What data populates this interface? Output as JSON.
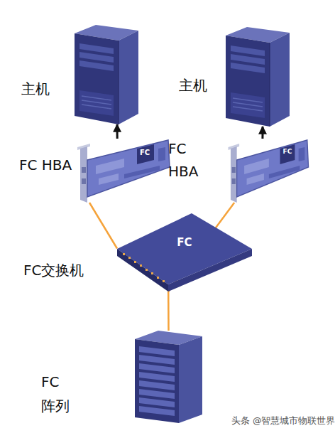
{
  "diagram": {
    "nodes": [
      {
        "text": [
          "主机"
        ]
      },
      {
        "text": [
          "主机"
        ]
      },
      {
        "text": [
          "FC",
          "FC HBA"
        ]
      },
      {
        "text": [
          "FC",
          "FC HBA"
        ]
      },
      {
        "text": [
          "FC",
          "FC交换机"
        ]
      },
      {
        "text": [
          "FC 阵列"
        ]
      }
    ],
    "edges": [
      {
        "from": 2,
        "to": 0,
        "arrow": "to"
      },
      {
        "from": 3,
        "to": 1,
        "arrow": "to"
      },
      {
        "from": 2,
        "to": 4,
        "arrow": "none"
      },
      {
        "from": 3,
        "to": 4,
        "arrow": "none"
      },
      {
        "from": 4,
        "to": 5,
        "arrow": "none"
      }
    ],
    "labels": [
      "头条 @智慧城市物联世界"
    ]
  }
}
